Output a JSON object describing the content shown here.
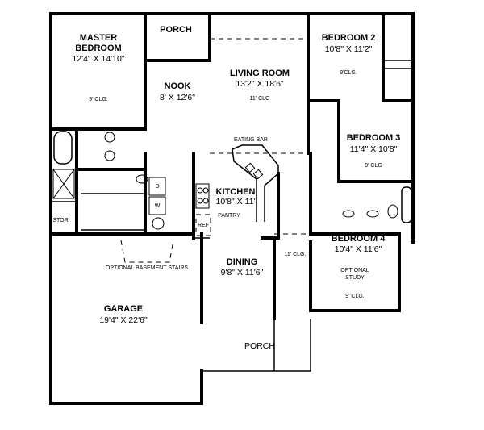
{
  "rooms": {
    "master": {
      "name1": "MASTER",
      "name2": "BEDROOM",
      "size": "12'4\" X 14'10\"",
      "ceiling": "9' CLG."
    },
    "porch_top": {
      "name": "PORCH"
    },
    "nook": {
      "name": "NOOK",
      "size": "8' X 12'6\""
    },
    "living": {
      "name": "LIVING ROOM",
      "size": "13'2\" X 18'6\"",
      "ceiling": "11' CLG"
    },
    "bedroom2": {
      "name": "BEDROOM 2",
      "size": "10'8\" X 11'2\"",
      "ceiling": "9'CLG."
    },
    "bedroom3": {
      "name": "BEDROOM 3",
      "size": "11'4\" X 10'8\"",
      "ceiling": "9' CLG"
    },
    "eating_bar": {
      "name": "EATING BAR"
    },
    "kitchen": {
      "name": "KITCHEN",
      "size": "10'8\" X 11'"
    },
    "pantry": {
      "name": "PANTRY"
    },
    "ref": {
      "name": "REF"
    },
    "dryer": {
      "name": "D"
    },
    "washer": {
      "name": "W"
    },
    "stor": {
      "name": "STOR"
    },
    "stairs": {
      "name": "OPTIONAL BASEMENT STAIRS"
    },
    "dining": {
      "name": "DINING",
      "size": "9'8\" X 11'6\"",
      "ceiling": "11' CLG."
    },
    "bedroom4": {
      "name": "BEDROOM 4",
      "size": "10'4\" X 11'6\"",
      "note1": "OPTIONAL",
      "note2": "STUDY",
      "ceiling": "9' CLG."
    },
    "garage": {
      "name": "GARAGE",
      "size": "19'4\" X 22'6\""
    },
    "porch_front": {
      "name": "PORCH"
    }
  }
}
